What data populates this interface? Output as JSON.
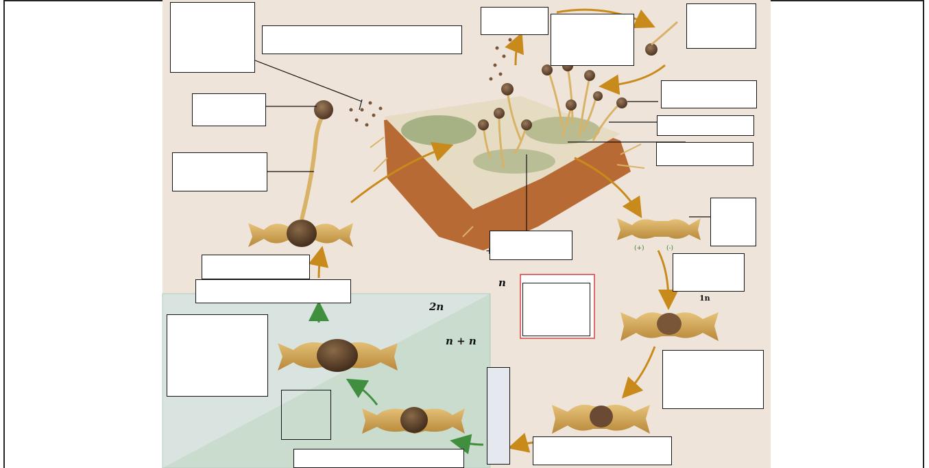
{
  "diagram": {
    "ploidy_labels": {
      "haploid": "n",
      "diploid": "2n",
      "dikaryotic": "n + n",
      "one_n": "1n"
    },
    "mating_signs": {
      "plus": "(+)",
      "minus": "(-)",
      "stray_plus": "+"
    },
    "colors": {
      "background": "#efe4d9",
      "diploid_region": "#d9e4e0",
      "dikaryotic_region": "#c9dccd",
      "arrow_orange": "#c98a1c",
      "arrow_green": "#3f8f3f",
      "bread_crust": "#b86a35",
      "bread_mold": "#8c9f6a",
      "hyphae": "#d8b266",
      "sporangium": "#6b4a33",
      "highlight_box": "#d64040"
    },
    "label_boxes": [
      "box-a",
      "box-b",
      "box-c",
      "box-d",
      "box-e",
      "box-f",
      "box-g",
      "box-h",
      "box-i",
      "box-j",
      "box-k",
      "box-l",
      "box-m",
      "box-n",
      "box-o",
      "box-p",
      "box-q",
      "box-r",
      "box-s",
      "box-t",
      "box-u"
    ]
  }
}
